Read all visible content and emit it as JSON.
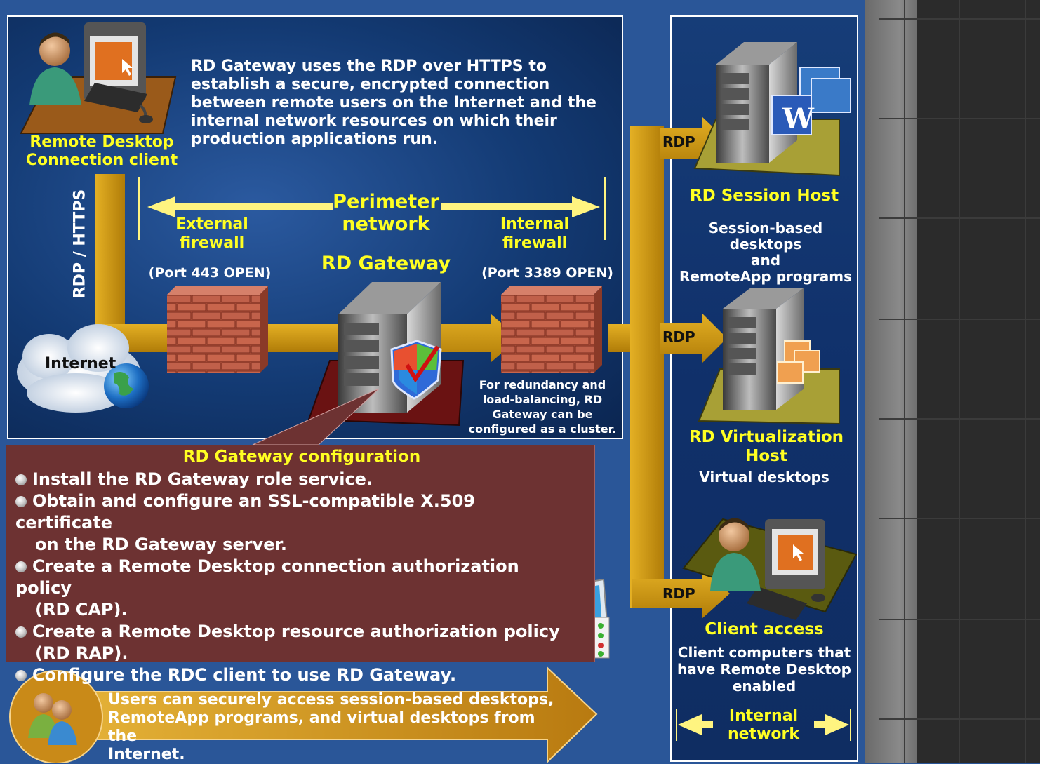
{
  "description_text": "RD Gateway uses the RDP over HTTPS to establish a secure, encrypted connection between remote users on the Internet and the internal network resources on which their production applications run.",
  "client": {
    "label_line1": "Remote Desktop",
    "label_line2": "Connection client"
  },
  "link_label": "RDP / HTTPS",
  "internet_label": "Internet",
  "perimeter": {
    "line1": "Perimeter",
    "line2": "network"
  },
  "external_firewall": {
    "line1": "External",
    "line2": "firewall",
    "port": "(Port 443 OPEN)"
  },
  "internal_firewall": {
    "line1": "Internal",
    "line2": "firewall",
    "port": "(Port 3389 OPEN)"
  },
  "gateway_label": "RD Gateway",
  "cluster_note": {
    "line1": "For redundancy and",
    "line2": "load-balancing, RD",
    "line3": "Gateway can be",
    "line4": "configured as a cluster."
  },
  "config": {
    "title": "RD Gateway configuration",
    "items": [
      "Install the RD Gateway role service.",
      "Obtain and configure an SSL-compatible X.509 certificate",
      "on the RD Gateway server.",
      "Create a Remote Desktop connection authorization policy",
      "(RD CAP).",
      "Create  a Remote Desktop resource authorization policy",
      "(RD RAP).",
      "Configure the RDC client to use RD Gateway."
    ]
  },
  "summary": {
    "line1": "Users can securely access session-based desktops,",
    "line2": "RemoteApp programs, and virtual desktops from the",
    "line3": "Internet."
  },
  "session_host": {
    "title": "RD Session Host",
    "desc1": "Session-based desktops",
    "desc2": "and",
    "desc3": "RemoteApp programs"
  },
  "virtualization_host": {
    "title1": "RD Virtualization",
    "title2": "Host",
    "desc": "Virtual desktops"
  },
  "client_access": {
    "title": "Client access",
    "desc1": "Client computers that",
    "desc2": "have Remote Desktop",
    "desc3": "enabled"
  },
  "rdp_label": "RDP",
  "internal_network": {
    "line1": "Internal",
    "line2": "network"
  },
  "colors": {
    "accent_yellow": "#ffff22",
    "pipe_gold": "#c89410",
    "config_bg": "#6d3232",
    "panel_bg": "#133a73"
  }
}
